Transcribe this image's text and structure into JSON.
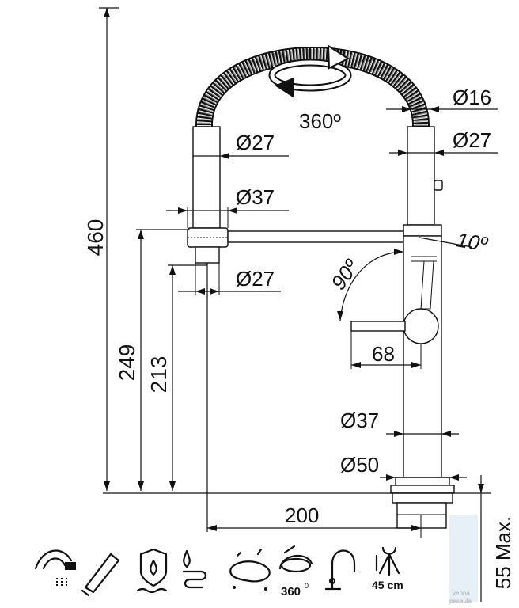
{
  "dimensions": {
    "height_total": "460",
    "height_spout": "249",
    "height_handle": "213",
    "rotation": "360º",
    "hose_diameter": "Ø16",
    "hose_head_diameter_left": "Ø27",
    "hose_head_diameter_right": "Ø27",
    "collar_diameter": "Ø37",
    "lower_diameter": "Ø27",
    "swivel_angle_tilt": "10º",
    "swivel_angle": "90º",
    "lever_length": "68",
    "body_diameter": "Ø37",
    "base_diameter": "Ø50",
    "reach": "200",
    "mount_max": "55 Max."
  },
  "icons": {
    "rotation_label": "360",
    "rotation_label_sup": "0",
    "reach_label": "45 cm"
  },
  "watermark": {
    "line1": "venna",
    "line2": "pasaula"
  }
}
